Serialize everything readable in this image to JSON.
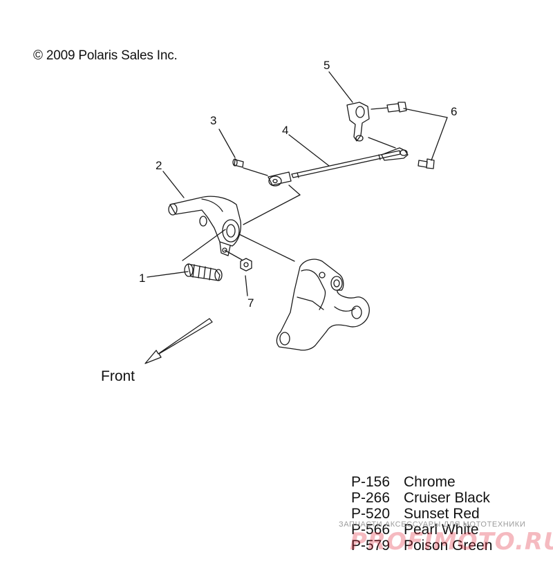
{
  "copyright": "© 2009 Polaris Sales Inc.",
  "callouts": [
    "1",
    "2",
    "3",
    "4",
    "5",
    "6",
    "7"
  ],
  "front_label": "Front",
  "color_options": [
    {
      "code": "P-156",
      "name": "Chrome"
    },
    {
      "code": "P-266",
      "name": "Cruiser Black"
    },
    {
      "code": "P-520",
      "name": "Sunset Red"
    },
    {
      "code": "P-566",
      "name": "Pearl White"
    },
    {
      "code": "P-579",
      "name": "Poison Green"
    }
  ],
  "watermark": {
    "top_text": "ЗАПЧАСТИ АКСЕССУАРЫ ДЛЯ МОТОТЕХНИКИ",
    "logo_text": "PROFIMOTO.RU",
    "color": "#e1283c"
  },
  "colors": {
    "line": "#1a1a1a",
    "text": "#111111"
  }
}
